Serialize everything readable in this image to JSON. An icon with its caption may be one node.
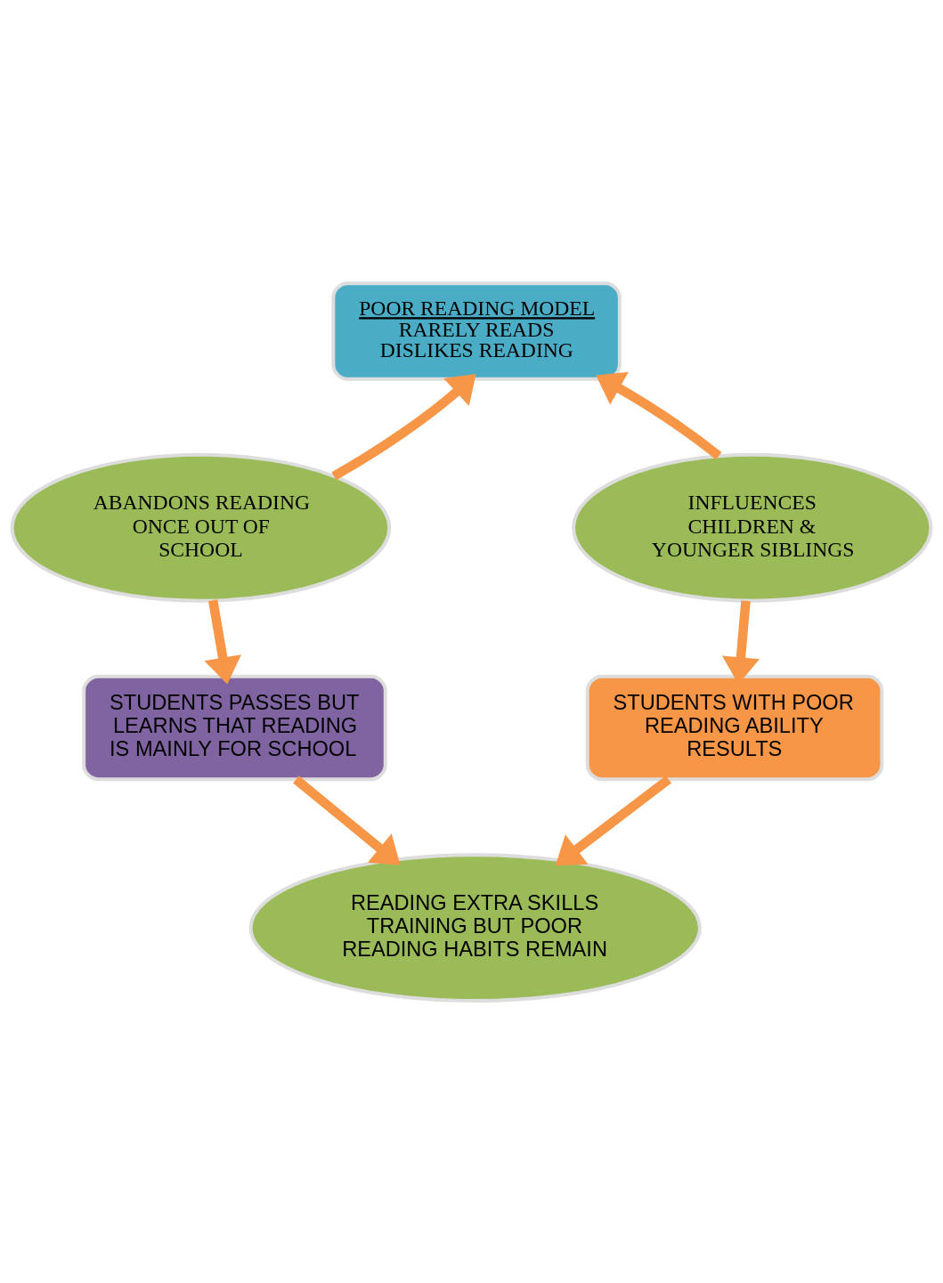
{
  "diagram": {
    "nodes": [
      {
        "text": [
          "POOR READING MODEL",
          "RARELY READS",
          "DISLIKES READING"
        ]
      },
      {
        "text": [
          "ABANDONS READING ONCE OUT OF SCHOOL"
        ]
      },
      {
        "text": [
          "INFLUENCES CHILDREN & YOUNGER SIBLINGS"
        ]
      },
      {
        "text": [
          "STUDENTS PASSES BUT LEARNS THAT READING IS MAINLY FOR SCHOOL"
        ]
      },
      {
        "text": [
          "STUDENTS WITH POOR READING ABILITY RESULTS"
        ]
      },
      {
        "text": [
          "READING EXTRA SKILLS TRAINING BUT POOR READING HABITS REMAIN"
        ]
      }
    ],
    "edges": [
      {
        "from": 1,
        "to": 0,
        "arrow": "to"
      },
      {
        "from": 2,
        "to": 0,
        "arrow": "to"
      },
      {
        "from": 1,
        "to": 3,
        "arrow": "to"
      },
      {
        "from": 2,
        "to": 4,
        "arrow": "to"
      },
      {
        "from": 3,
        "to": 5,
        "arrow": "to"
      },
      {
        "from": 4,
        "to": 5,
        "arrow": "to"
      }
    ]
  }
}
